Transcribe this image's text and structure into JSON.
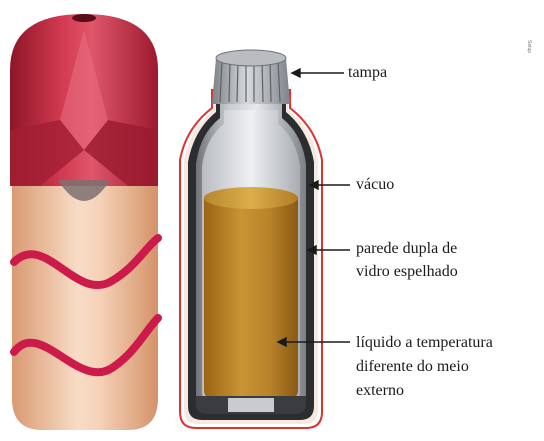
{
  "figure": {
    "labels": {
      "tampa": "tampa",
      "vacuo": "vácuo",
      "parede_line1": "parede dupla de",
      "parede_line2": "vidro espelhado",
      "liquido_line1": "líquido a temperatura",
      "liquido_line2": "diferente do meio",
      "liquido_line3": "externo"
    },
    "credit": "Setup"
  },
  "colors": {
    "cap_red": "#c8283c",
    "body_peach": "#e9b48f",
    "wave_red": "#cc1a4a",
    "liquid_gold": "#c08a2a",
    "outline_red": "#e03030",
    "glass_gray": "#9a9ea3"
  }
}
